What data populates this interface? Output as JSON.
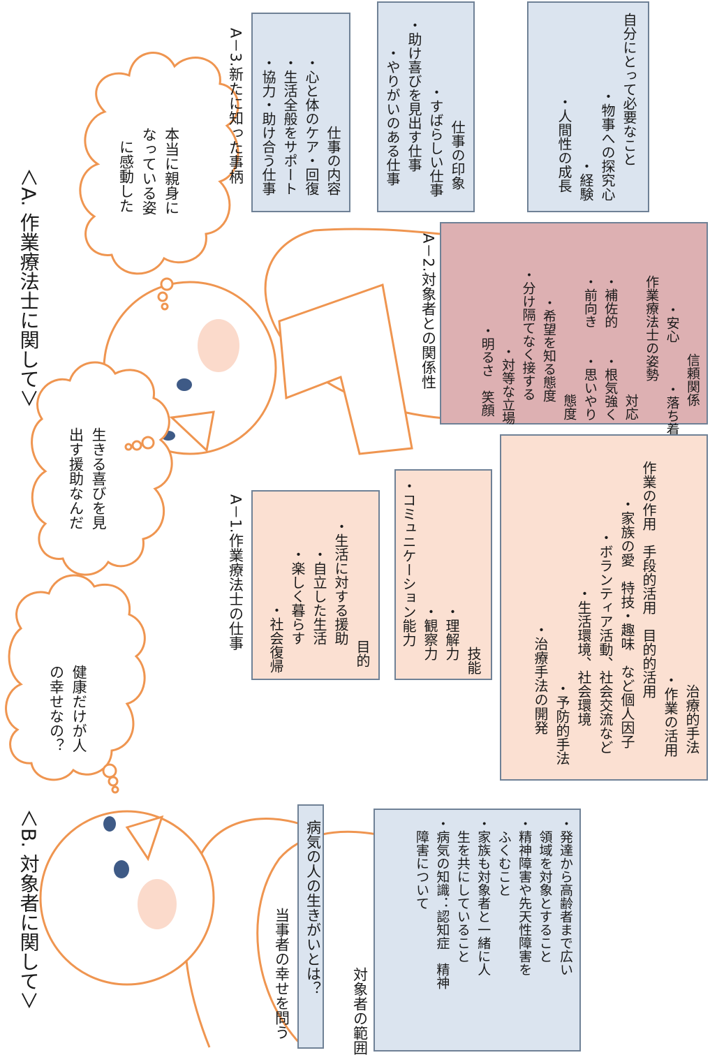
{
  "sections": {
    "a_title": "＜A. 作業療法士に関して＞",
    "b_title": "＜B. 対象者に関して＞"
  },
  "bubbles": {
    "kandou": [
      "本当に親身に",
      "なっている姿",
      "に感動した"
    ],
    "yorokobi": [
      "生きる喜びを見",
      "出す援助なんだ"
    ],
    "kenkou": [
      "健康だけが人",
      "の幸せなの？"
    ]
  },
  "a1": {
    "heading": "A－1.作業療法士の仕事",
    "purpose": [
      "目的",
      "・生活に対する援助",
      "・自立した生活",
      "・楽しく暮らす",
      "・社会復帰"
    ],
    "skills": [
      "技能",
      "・理解力",
      "・観察力",
      "・コミュニケーション能力"
    ],
    "methods": [
      "治療的手法",
      "・作業の活用",
      "　作業の作用　手段的活用　目的的活用",
      "・家族の愛　特技・趣味　など個人因子",
      "・ボランティア活動、社会交流など",
      "・生活環境、社会環境",
      "・予防的手法",
      "・治療手法の開発"
    ]
  },
  "a2": {
    "heading": "A－2.対象者との関係性",
    "lines": [
      "信頼関係",
      "・安心　　　・落ち着き",
      "作業療法士の姿勢",
      "対応",
      "・補佐的　　・根気強く",
      "・前向き　　・思いやり",
      "態度",
      "・希望を知る態度",
      "・分け隔てなく接する",
      "・対等な立場",
      "・明るさ　笑顔"
    ]
  },
  "a3": {
    "heading": "A－3.新たに知った事柄",
    "content": [
      "仕事の内容",
      "・心と体のケア・回復",
      "・生活全般をサポート",
      "・協力・助け合う仕事"
    ],
    "impression": [
      "仕事の印象",
      "・すばらしい仕事",
      "・助け喜びを見出す仕事",
      "・やりがいのある仕事"
    ],
    "growth": [
      "自分にとって必要なこと",
      "・物事への探究心",
      "・経験",
      "・人間性の成長"
    ]
  },
  "b": {
    "question_heading": "当事者の幸せを問う",
    "question_box": "病気の人の生きがいとは？",
    "scope_heading": "対象者の範囲",
    "scope_lines": [
      "・発達から高齢者まで広い",
      "　領域を対象とすること",
      "・精神障害や先天性障害を",
      "　ふくむこと",
      "・家族も対象者と一緒に人",
      "　生を共にしていること",
      "・病気の知識：認知症　精神",
      "　障害について"
    ]
  },
  "colors": {
    "outline": "#ef9550",
    "eye": "#3e5a86",
    "cheek": "#fbdacb",
    "box_border": "#6f8196",
    "blue_fill": "#dbe4ef",
    "peach_fill": "#fbe0d2",
    "rose_fill": "#ddb0b2"
  }
}
